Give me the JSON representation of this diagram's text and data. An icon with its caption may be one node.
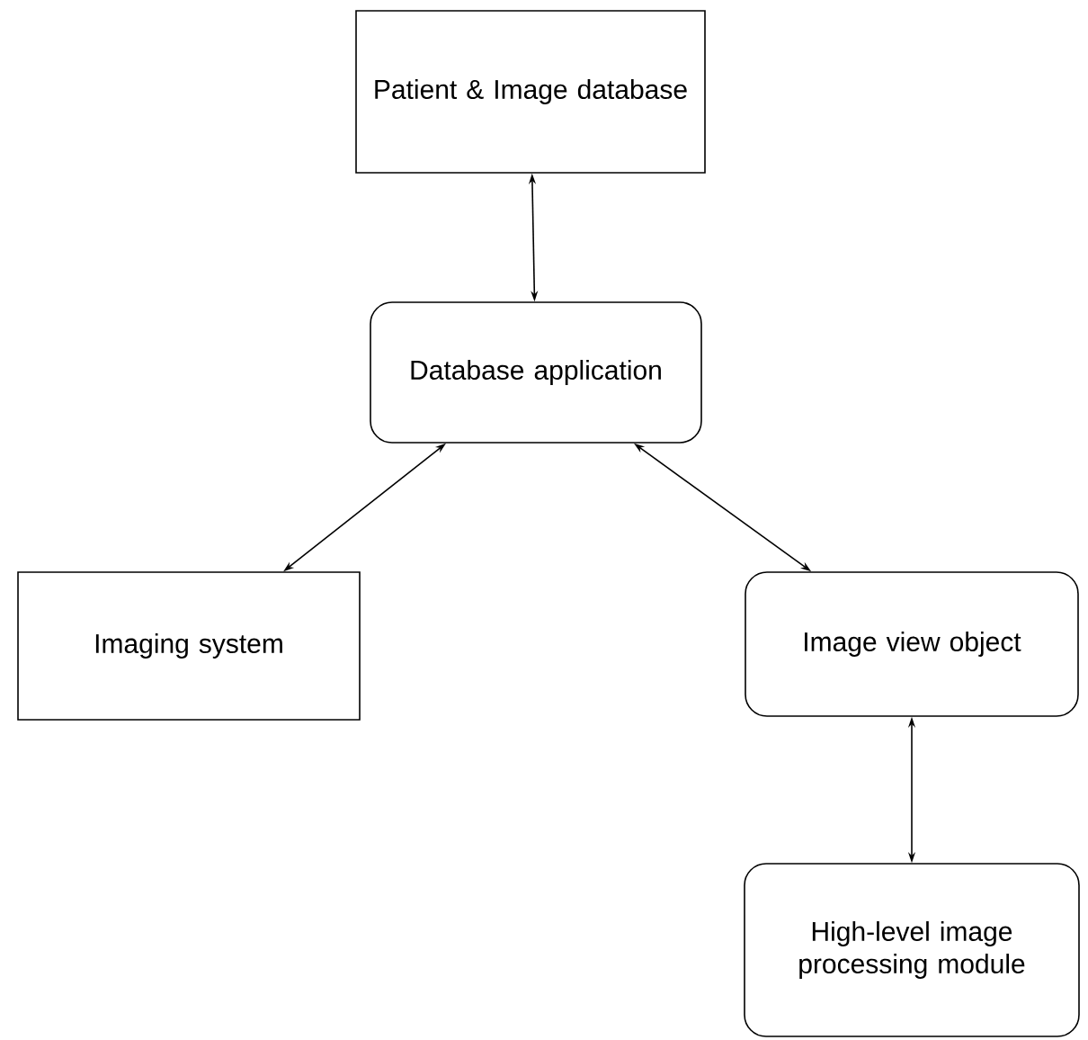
{
  "diagram": {
    "nodes": [
      {
        "text": [
          "Patient & Image database"
        ]
      },
      {
        "text": [
          "Database application"
        ]
      },
      {
        "text": [
          "Imaging system"
        ]
      },
      {
        "text": [
          "Image view object"
        ]
      },
      {
        "text": [
          "High-level image processing module"
        ]
      }
    ],
    "edges": [
      {
        "from": 0,
        "to": 1,
        "arrow": "both"
      },
      {
        "from": 1,
        "to": 2,
        "arrow": "both"
      },
      {
        "from": 1,
        "to": 3,
        "arrow": "both"
      },
      {
        "from": 3,
        "to": 4,
        "arrow": "both"
      }
    ]
  }
}
